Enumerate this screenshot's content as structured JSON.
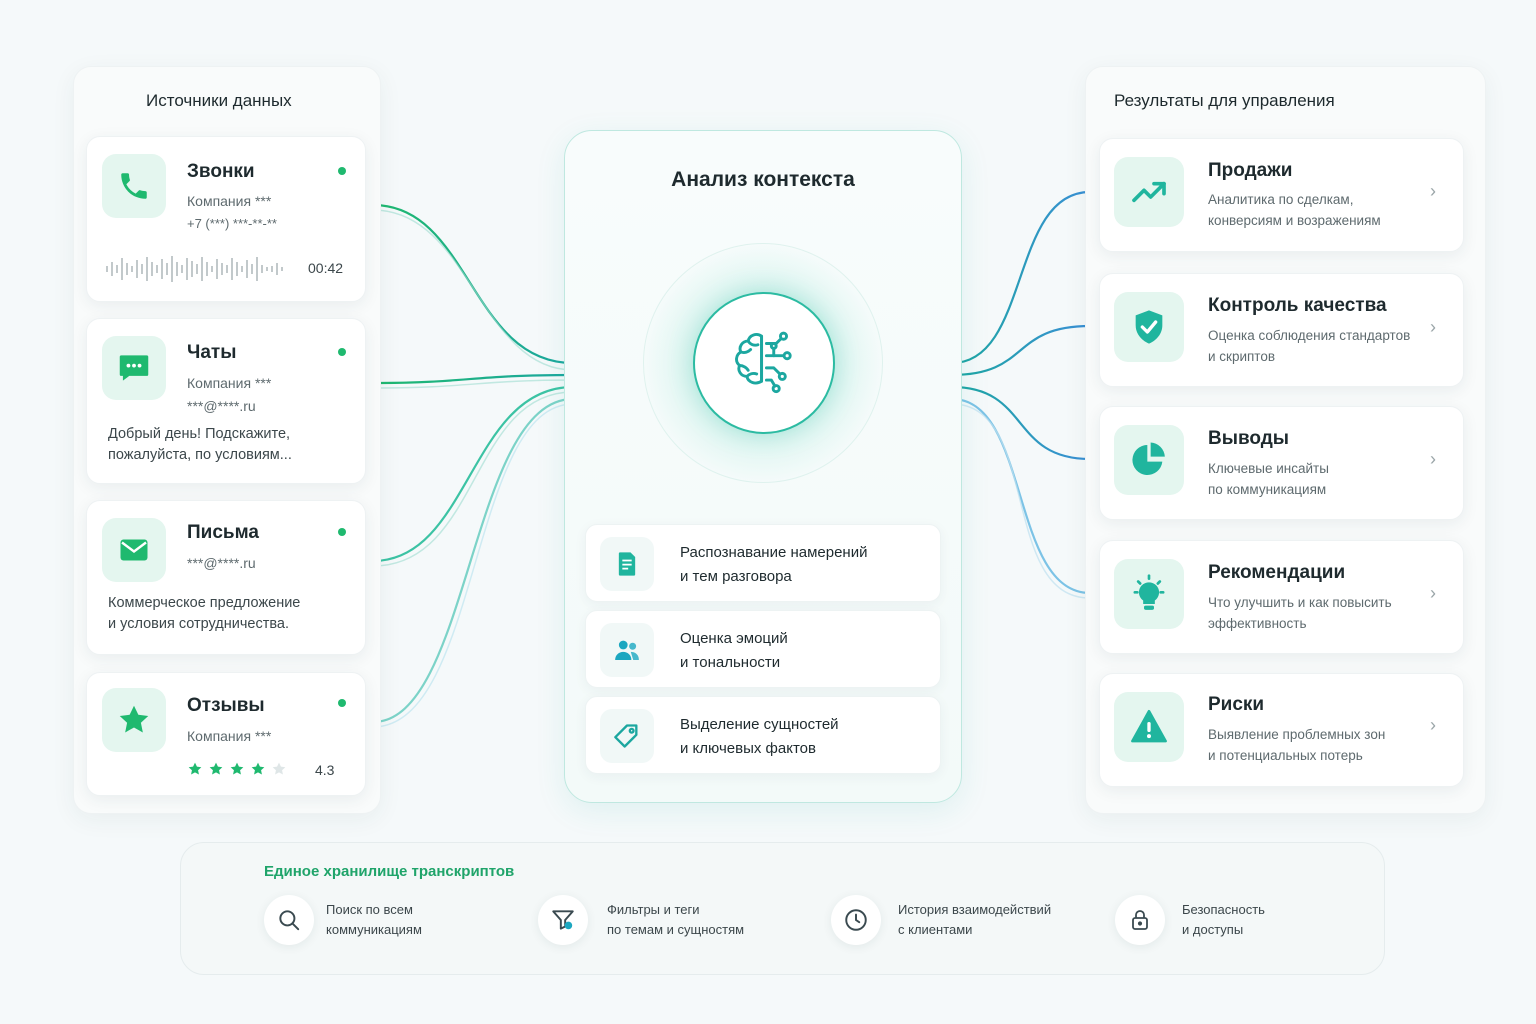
{
  "sources": {
    "title": "Источники данных",
    "calls": {
      "title": "Звонки",
      "company": "Компания ***",
      "phone": "+7 (***) ***-**-**",
      "duration": "00:42",
      "icon": "phone-icon"
    },
    "chats": {
      "title": "Чаты",
      "company": "Компания ***",
      "email": "***@****.ru",
      "message": "Добрый день! Подскажите,",
      "message2": "пожалуйста, по условиям...",
      "icon": "chat-icon"
    },
    "letters": {
      "title": "Письма",
      "email": "***@****.ru",
      "message": "Коммерческое предложение",
      "message2": "и условия сотрудничества.",
      "icon": "mail-icon"
    },
    "reviews": {
      "title": "Отзывы",
      "company": "Компания ***",
      "rating": "4.3",
      "stars_filled": 4,
      "stars_total": 5,
      "icon": "star-icon"
    }
  },
  "analysis": {
    "title": "Анализ контекста",
    "features": [
      {
        "line1": "Распознавание намерений",
        "line2": "и тем разговора",
        "icon": "document-icon"
      },
      {
        "line1": "Оценка эмоций",
        "line2": "и тональности",
        "icon": "users-icon"
      },
      {
        "line1": "Выделение сущностей",
        "line2": "и ключевых фактов",
        "icon": "tag-icon"
      }
    ]
  },
  "results": {
    "title": "Результаты для управления",
    "items": [
      {
        "title": "Продажи",
        "line1": "Аналитика по сделкам,",
        "line2": "конверсиям и возражениям",
        "icon": "trend-up-icon"
      },
      {
        "title": "Контроль качества",
        "line1": "Оценка соблюдения стандартов",
        "line2": "и скриптов",
        "icon": "shield-check-icon"
      },
      {
        "title": "Выводы",
        "line1": "Ключевые инсайты",
        "line2": "по коммуникациям",
        "icon": "pie-chart-icon"
      },
      {
        "title": "Рекомендации",
        "line1": "Что улучшить и как повысить",
        "line2": "эффективность",
        "icon": "lightbulb-icon"
      },
      {
        "title": "Риски",
        "line1": "Выявление проблемных зон",
        "line2": "и потенциальных потерь",
        "icon": "warning-icon"
      }
    ]
  },
  "storage": {
    "title": "Единое хранилище транскриптов",
    "items": [
      {
        "line1": "Поиск по всем",
        "line2": "коммуникациям",
        "icon": "search-icon"
      },
      {
        "line1": "Фильтры и теги",
        "line2": "по темам и сущностям",
        "icon": "filter-icon"
      },
      {
        "line1": "История взаимодействий",
        "line2": "с клиентами",
        "icon": "clock-icon"
      },
      {
        "line1": "Безопасность",
        "line2": "и доступы",
        "icon": "lock-icon"
      }
    ]
  },
  "colors": {
    "accent": "#1fb96f",
    "teal": "#1ca7a0",
    "blue": "#3a8fd6",
    "text": "#1e2a2e"
  }
}
